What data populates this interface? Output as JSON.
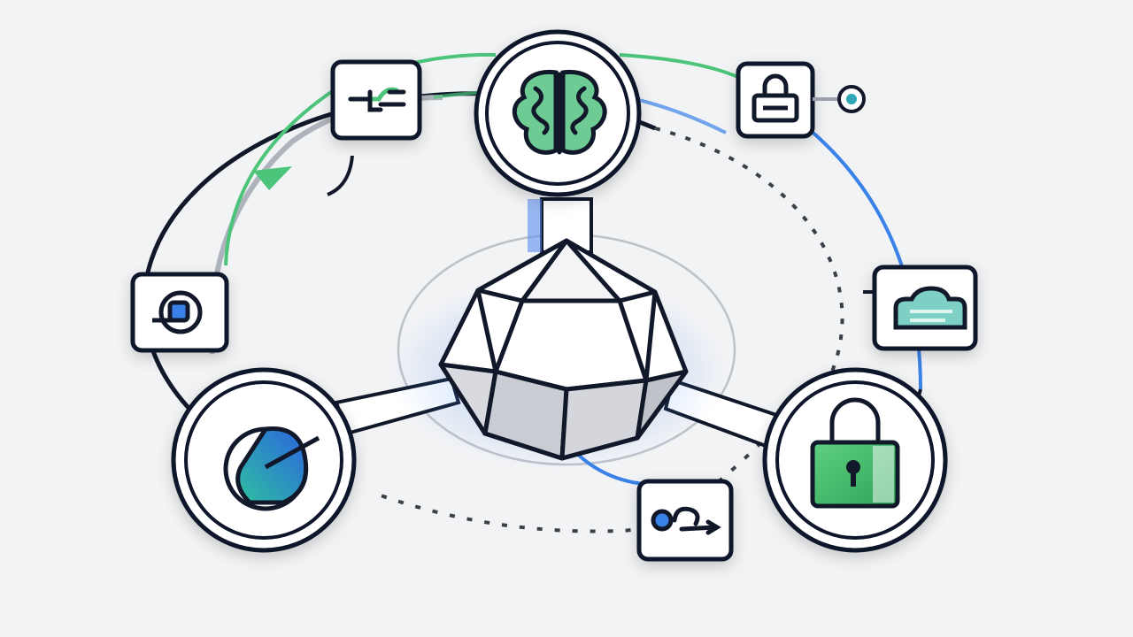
{
  "diagram": {
    "hub": {
      "icon": "polyhedron-icon"
    },
    "nodes": [
      {
        "id": "brain",
        "shape": "circle",
        "icon": "brain-icon"
      },
      {
        "id": "analytics",
        "shape": "circle",
        "icon": "pie-chart-icon"
      },
      {
        "id": "security",
        "shape": "circle",
        "icon": "padlock-icon"
      },
      {
        "id": "connector",
        "shape": "tile",
        "icon": "plug-connector-icon"
      },
      {
        "id": "lock-badge",
        "shape": "tile",
        "icon": "small-lock-icon"
      },
      {
        "id": "target",
        "shape": "tile",
        "icon": "target-icon"
      },
      {
        "id": "cloud-tag",
        "shape": "tile",
        "icon": "cloud-tag-icon"
      },
      {
        "id": "link",
        "shape": "tile",
        "icon": "link-chain-icon"
      }
    ],
    "colors": {
      "background": "#f2f3f5",
      "stroke": "#10182a",
      "green": "#4cc47a",
      "blue": "#3a82e8",
      "teal": "#2fa7b4",
      "gray": "#9aa1ab"
    }
  }
}
